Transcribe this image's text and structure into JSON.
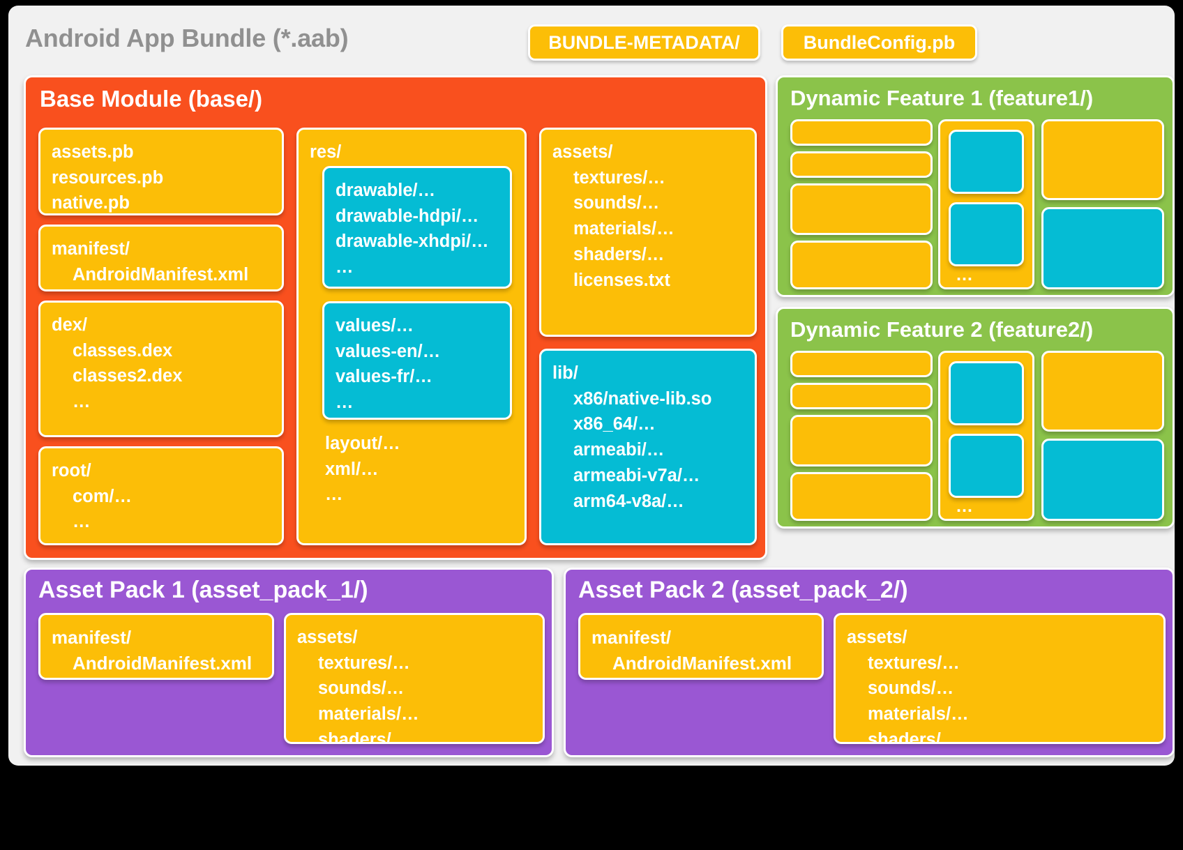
{
  "bundle": {
    "title": "Android App Bundle (*.aab)",
    "metadata_chip": "BUNDLE-METADATA/",
    "config_chip": "BundleConfig.pb"
  },
  "colors": {
    "page_background": "#000000",
    "bundle_background": "#f1f1f1",
    "base_module": "#f9501e",
    "dynamic_feature": "#8bc34a",
    "asset_pack": "#9a57d3",
    "card_yellow": "#fcbe07",
    "card_cyan": "#05bcd4",
    "title_grey": "#909090",
    "text_white": "#ffffff"
  },
  "base_module": {
    "title": "Base Module (base/)",
    "cards": {
      "protos": {
        "lines": [
          "assets.pb",
          "resources.pb",
          "native.pb"
        ]
      },
      "manifest": {
        "head": "manifest/",
        "children": [
          "AndroidManifest.xml"
        ]
      },
      "dex": {
        "head": "dex/",
        "children": [
          "classes.dex",
          "classes2.dex",
          "…"
        ]
      },
      "root": {
        "head": "root/",
        "children": [
          "com/…",
          "…"
        ]
      },
      "res": {
        "head": "res/",
        "drawable": {
          "lines": [
            "drawable/…",
            "drawable-hdpi/…",
            "drawable-xhdpi/…",
            "…"
          ]
        },
        "values": {
          "lines": [
            "values/…",
            "values-en/…",
            "values-fr/…",
            "…"
          ]
        },
        "tail": [
          "layout/…",
          "xml/…",
          "…"
        ]
      },
      "assets": {
        "head": "assets/",
        "children": [
          "textures/…",
          "sounds/…",
          "materials/…",
          "shaders/…",
          "licenses.txt"
        ]
      },
      "lib": {
        "head": "lib/",
        "children": [
          "x86/native-lib.so",
          "x86_64/…",
          "armeabi/…",
          "armeabi-v7a/…",
          "arm64-v8a/…"
        ]
      }
    }
  },
  "dynamic_features": [
    {
      "title": "Dynamic Feature 1 (feature1/)",
      "ellipsis": "…"
    },
    {
      "title": "Dynamic Feature 2 (feature2/)",
      "ellipsis": "…"
    }
  ],
  "asset_packs": [
    {
      "title": "Asset Pack 1 (asset_pack_1/)",
      "manifest": {
        "head": "manifest/",
        "children": [
          "AndroidManifest.xml"
        ]
      },
      "assets": {
        "head": "assets/",
        "children": [
          "textures/…",
          "sounds/…",
          "materials/…",
          "shaders/…"
        ]
      }
    },
    {
      "title": "Asset Pack 2 (asset_pack_2/)",
      "manifest": {
        "head": "manifest/",
        "children": [
          "AndroidManifest.xml"
        ]
      },
      "assets": {
        "head": "assets/",
        "children": [
          "textures/…",
          "sounds/…",
          "materials/…",
          "shaders/…"
        ]
      }
    }
  ]
}
